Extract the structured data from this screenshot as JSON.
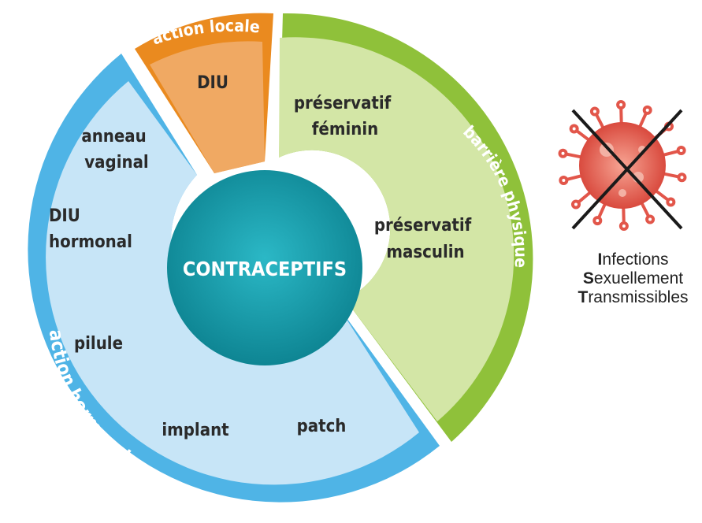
{
  "center": {
    "label": "CONTRACEPTIFS"
  },
  "categories": {
    "local": {
      "label": "action locale",
      "color": "#f0a963",
      "band": "#ea8a1f"
    },
    "barrier": {
      "label": "barrière physique",
      "color": "#d3e6a6",
      "band": "#8fc13a"
    },
    "hormonal": {
      "label": "action hormonale",
      "color": "#c7e5f7",
      "band": "#4fb4e6"
    }
  },
  "methods": {
    "diu": "DIU",
    "preservatif_feminin": [
      "préservatif",
      "féminin"
    ],
    "preservatif_masculin": [
      "préservatif",
      "masculin"
    ],
    "anneau": [
      "anneau",
      "vaginal"
    ],
    "diu_hormonal": [
      "DIU",
      "hormonal"
    ],
    "pilule": "pilule",
    "implant": "implant",
    "patch": "patch"
  },
  "sti": {
    "icon": "crossed-out-virus-icon",
    "lines": [
      {
        "initial": "I",
        "rest": "nfections"
      },
      {
        "initial": "S",
        "rest": "exuellement"
      },
      {
        "initial": "T",
        "rest": "ransmissibles"
      }
    ]
  },
  "colors": {
    "center": "#1aa3b2",
    "center_dark": "#0e8593",
    "virus": "#e2564a",
    "cross": "#1a1a1a"
  }
}
